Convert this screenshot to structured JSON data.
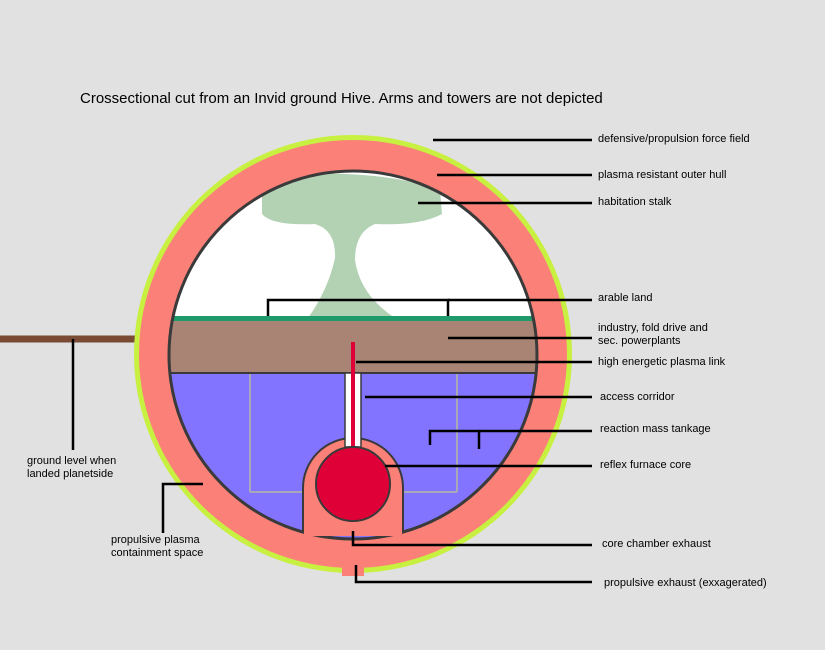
{
  "title": "Crossectional cut from an Invid ground Hive. Arms and towers are not depicted",
  "labels": {
    "force_field": "defensive/propulsion force field",
    "outer_hull": "plasma resistant outer hull",
    "habitation_stalk": "habitation stalk",
    "arable_land": "arable land",
    "industry_line1": "industry, fold drive and",
    "industry_line2": "sec. powerplants",
    "plasma_link": "high energetic plasma link",
    "access_corridor": "access corridor",
    "reaction_mass": "reaction mass tankage",
    "reflex_core": "reflex furnace core",
    "core_exhaust": "core chamber exhaust",
    "propulsive_exhaust": "propulsive exhaust (exxagerated)",
    "ground_line1": "ground level when",
    "ground_line2": "landed planetside",
    "plasma_space_line1": "propulsive plasma",
    "plasma_space_line2": "containment space"
  },
  "colors": {
    "background": "#e0e1e0",
    "force_field": "#c8f040",
    "hull": "#fa8078",
    "habitat_air": "#ffffff",
    "stalk": "#b3d2b4",
    "arable": "#1f9a6a",
    "industry": "#a98474",
    "tankage": "#8274ff",
    "tank_grid": "#a8a8b8",
    "core": "#df0038",
    "ground": "#7a4a34",
    "outline": "#3a3a3a"
  }
}
